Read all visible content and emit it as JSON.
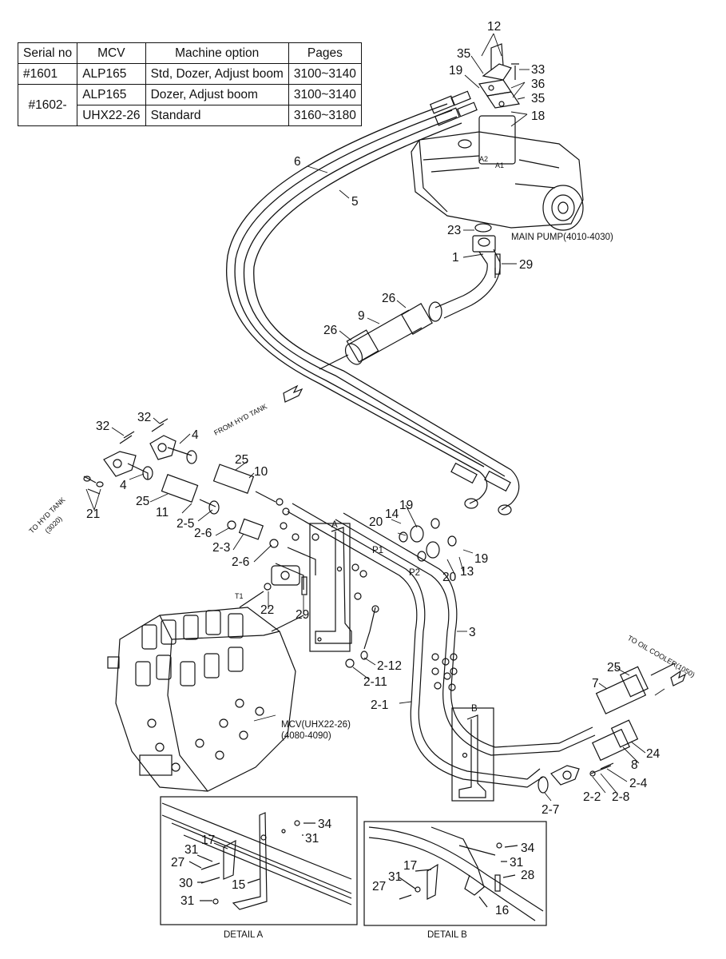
{
  "table": {
    "headers": [
      "Serial no",
      "MCV",
      "Machine option",
      "Pages"
    ],
    "rows": [
      {
        "serial": "#1601",
        "mcv": "ALP165",
        "option": "Std, Dozer, Adjust boom",
        "pages": "3100~3140"
      },
      {
        "serial": "#1602-",
        "mcv": "ALP165",
        "option": "Dozer, Adjust boom",
        "pages": "3100~3140"
      },
      {
        "serial": "",
        "mcv": "UHX22-26",
        "option": "Standard",
        "pages": "3160~3180"
      }
    ]
  },
  "labels": {
    "main_pump": "MAIN PUMP(4010-4030)",
    "mcv": "MCV(UHX22-26)",
    "mcv_pages": "(4080-4090)",
    "from_hyd_tank": "FROM HYD TANK",
    "to_hyd_tank": "TO HYD TANK",
    "to_hyd_tank_page": "(3020)",
    "to_oil_cooler": "TO OIL COOLER(1050)",
    "detail_a": "DETAIL A",
    "detail_b": "DETAIL B",
    "mark_a": "A",
    "mark_b": "B",
    "port_p1": "P1",
    "port_p2": "P2",
    "port_a1": "A1",
    "port_a2": "A2",
    "port_t1": "T1"
  },
  "callouts": {
    "c12": "12",
    "c35a": "35",
    "c33": "33",
    "c19a": "19",
    "c36": "36",
    "c35b": "35",
    "c18": "18",
    "c6": "6",
    "c5": "5",
    "c23": "23",
    "c1": "1",
    "c29a": "29",
    "c26a": "26",
    "c9": "9",
    "c26b": "26",
    "c32a": "32",
    "c32b": "32",
    "c4a": "4",
    "c4b": "4",
    "c25a": "25",
    "c10": "10",
    "c21": "21",
    "c25b": "25",
    "c11": "11",
    "c2_5": "2-5",
    "c2_6a": "2-6",
    "c2_3": "2-3",
    "c2_6b": "2-6",
    "c22": "22",
    "c29b": "29",
    "c19b": "19",
    "c14": "14",
    "c20a": "20",
    "c19c": "19",
    "c20b": "20",
    "c13": "13",
    "c3": "3",
    "c2_12": "2-12",
    "c2_11": "2-11",
    "c2_1": "2-1",
    "c25c": "25",
    "c7": "7",
    "c8": "8",
    "c24": "24",
    "c2_4": "2-4",
    "c2_2": "2-2",
    "c2_8": "2-8",
    "c2_7": "2-7",
    "da34": "34",
    "da31a": "31",
    "da17": "17",
    "da31b": "31",
    "da27": "27",
    "da30": "30",
    "da15": "15",
    "da31c": "31",
    "db34": "34",
    "db31a": "31",
    "db17": "17",
    "db31b": "31",
    "db28": "28",
    "db27": "27",
    "db16": "16"
  }
}
